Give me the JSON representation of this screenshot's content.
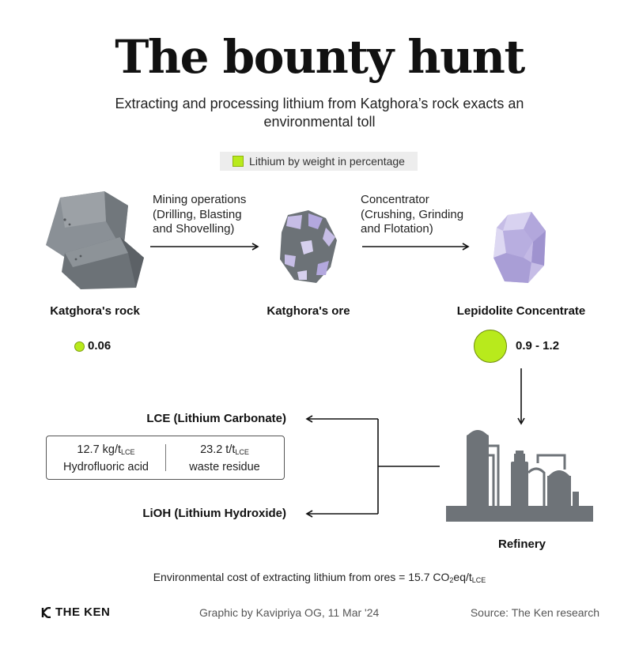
{
  "header": {
    "title": "The bounty hunt",
    "subtitle": "Extracting and processing lithium from Katghora’s rock exacts an environmental toll"
  },
  "legend": {
    "label": "Lithium by weight in percentage",
    "color": "#b8ea1c"
  },
  "steps": {
    "mining": {
      "line1": "Mining operations",
      "line2": "(Drilling, Blasting",
      "line3": "and Shovelling)"
    },
    "concentrator": {
      "line1": "Concentrator",
      "line2": "(Crushing, Grinding",
      "line3": "and Flotation)"
    }
  },
  "nodes": {
    "rock": {
      "label": "Katghora's rock",
      "value": "0.06",
      "lithium_pct": 0.06
    },
    "ore": {
      "label": "Katghora's ore"
    },
    "concentrate": {
      "label": "Lepidolite Concentrate",
      "value": "0.9 - 1.2",
      "lithium_pct_min": 0.9,
      "lithium_pct_max": 1.2
    },
    "refinery": {
      "label": "Refinery"
    }
  },
  "products": {
    "lce": "LCE (Lithium Carbonate)",
    "lioh": "LiOH (Lithium Hydroxide)"
  },
  "waste": {
    "hf_amount": "12.7 kg/t",
    "hf_sub": "LCE",
    "hf_label": "Hydrofluoric acid",
    "residue_amount": "23.2 t/t",
    "residue_sub": "LCE",
    "residue_label": "waste residue"
  },
  "footer": {
    "env_prefix": "Environmental cost of extracting lithium from ores = 15.7 CO",
    "env_co2_sub": "2",
    "env_mid": "eq/t",
    "env_sub": "LCE",
    "logo": "THE KEN",
    "credit": "Graphic by Kavipriya OG, 11 Mar '24",
    "source": "Source: The Ken research"
  },
  "colors": {
    "rock": "#8a9096",
    "rock_dark": "#6c7277",
    "lilac": "#c6bde6",
    "lilac_dark": "#9f93cf",
    "refinery": "#6e7378",
    "accent": "#b8ea1c"
  }
}
